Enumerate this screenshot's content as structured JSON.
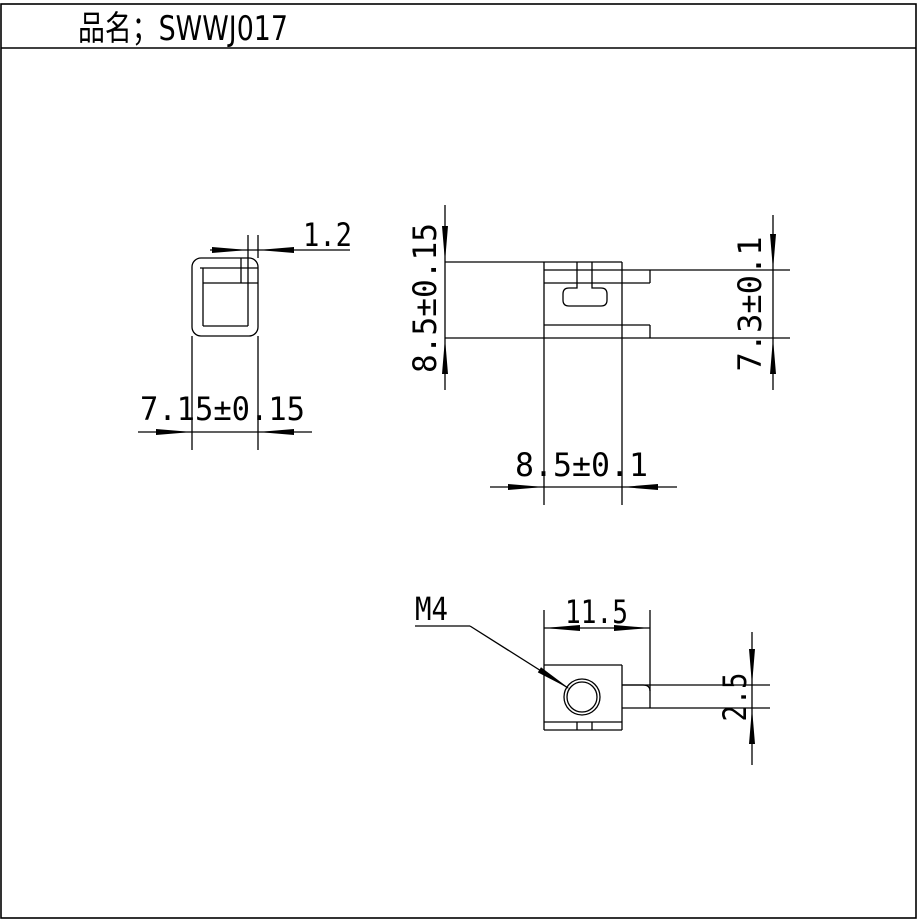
{
  "title_block": {
    "title": "品名；SWWJ017"
  },
  "views": {
    "side_view": {
      "dim_thickness": "1.2",
      "dim_width": "7.15±0.15"
    },
    "front_view": {
      "dim_height_left": "8.5±0.15",
      "dim_height_right": "7.3±0.1",
      "dim_width": "8.5±0.1"
    },
    "top_view": {
      "thread_callout": "M4",
      "dim_length": "11.5",
      "dim_tab": "2.5"
    }
  },
  "colors": {
    "line": "#000000",
    "background": "#ffffff"
  }
}
